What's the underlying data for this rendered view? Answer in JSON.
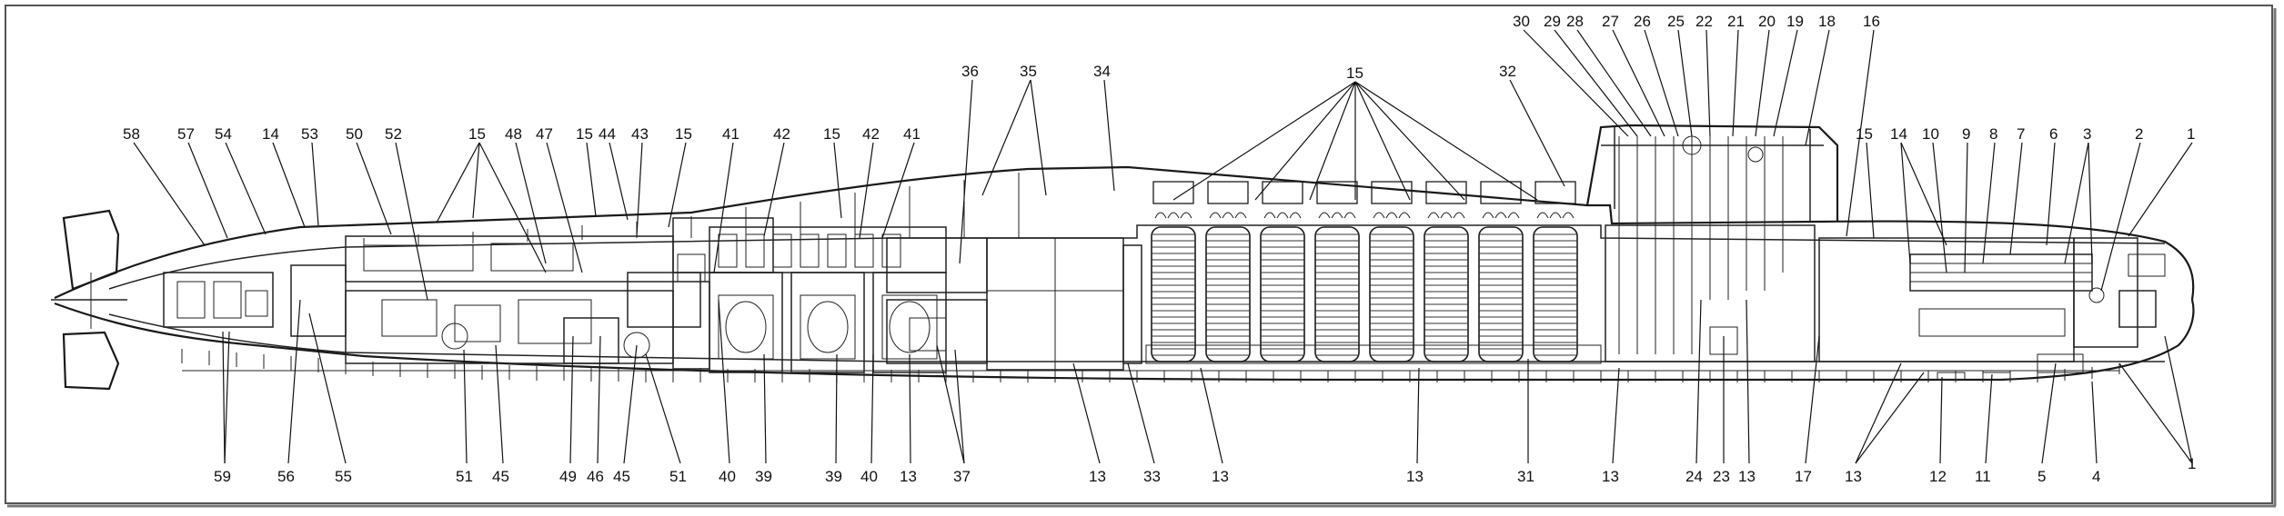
{
  "diagram": {
    "callouts": [
      {
        "id": "c30",
        "text": "30"
      },
      {
        "id": "c29",
        "text": "29"
      },
      {
        "id": "c28",
        "text": "28"
      },
      {
        "id": "c27",
        "text": "27"
      },
      {
        "id": "c26",
        "text": "26"
      },
      {
        "id": "c25",
        "text": "25"
      },
      {
        "id": "c22",
        "text": "22"
      },
      {
        "id": "c21",
        "text": "21"
      },
      {
        "id": "c20",
        "text": "20"
      },
      {
        "id": "c19",
        "text": "19"
      },
      {
        "id": "c18",
        "text": "18"
      },
      {
        "id": "c16",
        "text": "16"
      },
      {
        "id": "c36",
        "text": "36"
      },
      {
        "id": "c35",
        "text": "35"
      },
      {
        "id": "c34",
        "text": "34"
      },
      {
        "id": "c15a",
        "text": "15"
      },
      {
        "id": "c32",
        "text": "32"
      },
      {
        "id": "c58",
        "text": "58"
      },
      {
        "id": "c57",
        "text": "57"
      },
      {
        "id": "c54",
        "text": "54"
      },
      {
        "id": "c14a",
        "text": "14"
      },
      {
        "id": "c53",
        "text": "53"
      },
      {
        "id": "c50",
        "text": "50"
      },
      {
        "id": "c52",
        "text": "52"
      },
      {
        "id": "c15b",
        "text": "15"
      },
      {
        "id": "c48",
        "text": "48"
      },
      {
        "id": "c47",
        "text": "47"
      },
      {
        "id": "c15c",
        "text": "15"
      },
      {
        "id": "c44",
        "text": "44"
      },
      {
        "id": "c43",
        "text": "43"
      },
      {
        "id": "c15d",
        "text": "15"
      },
      {
        "id": "c41a",
        "text": "41"
      },
      {
        "id": "c42a",
        "text": "42"
      },
      {
        "id": "c15e",
        "text": "15"
      },
      {
        "id": "c42b",
        "text": "42"
      },
      {
        "id": "c41b",
        "text": "41"
      },
      {
        "id": "c15f",
        "text": "15"
      },
      {
        "id": "c14b",
        "text": "14"
      },
      {
        "id": "c10",
        "text": "10"
      },
      {
        "id": "c9",
        "text": "9"
      },
      {
        "id": "c8",
        "text": "8"
      },
      {
        "id": "c7",
        "text": "7"
      },
      {
        "id": "c6",
        "text": "6"
      },
      {
        "id": "c3",
        "text": "3"
      },
      {
        "id": "c2",
        "text": "2"
      },
      {
        "id": "c1a",
        "text": "1"
      },
      {
        "id": "c59",
        "text": "59"
      },
      {
        "id": "c56",
        "text": "56"
      },
      {
        "id": "c55",
        "text": "55"
      },
      {
        "id": "c51a",
        "text": "51"
      },
      {
        "id": "c45a",
        "text": "45"
      },
      {
        "id": "c49",
        "text": "49"
      },
      {
        "id": "c46",
        "text": "46"
      },
      {
        "id": "c45b",
        "text": "45"
      },
      {
        "id": "c51b",
        "text": "51"
      },
      {
        "id": "c40a",
        "text": "40"
      },
      {
        "id": "c39a",
        "text": "39"
      },
      {
        "id": "c39b",
        "text": "39"
      },
      {
        "id": "c40b",
        "text": "40"
      },
      {
        "id": "c13a",
        "text": "13"
      },
      {
        "id": "c37",
        "text": "37"
      },
      {
        "id": "c13b",
        "text": "13"
      },
      {
        "id": "c33",
        "text": "33"
      },
      {
        "id": "c13c",
        "text": "13"
      },
      {
        "id": "c13d",
        "text": "13"
      },
      {
        "id": "c31",
        "text": "31"
      },
      {
        "id": "c13e",
        "text": "13"
      },
      {
        "id": "c24",
        "text": "24"
      },
      {
        "id": "c23",
        "text": "23"
      },
      {
        "id": "c13f",
        "text": "13"
      },
      {
        "id": "c17",
        "text": "17"
      },
      {
        "id": "c13g",
        "text": "13"
      },
      {
        "id": "c12",
        "text": "12"
      },
      {
        "id": "c11",
        "text": "11"
      },
      {
        "id": "c5",
        "text": "5"
      },
      {
        "id": "c4",
        "text": "4"
      },
      {
        "id": "c1b",
        "text": "1"
      }
    ]
  }
}
